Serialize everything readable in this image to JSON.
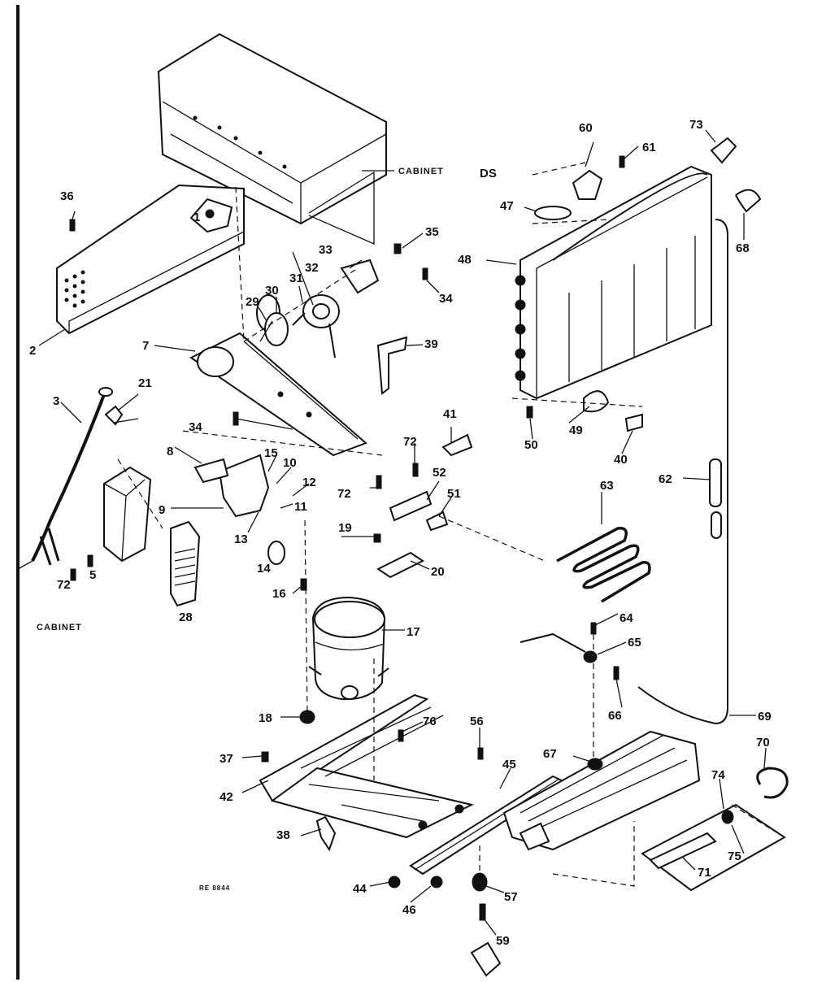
{
  "labels": {
    "cabinet_top": "CABINET",
    "cabinet_bottom": "CABINET",
    "ds": "DS",
    "drawing_id": "RE 8844",
    "callouts": [
      {
        "id": "c1",
        "text": "1"
      },
      {
        "id": "c2",
        "text": "2"
      },
      {
        "id": "c3",
        "text": "3"
      },
      {
        "id": "c5",
        "text": "5"
      },
      {
        "id": "c7",
        "text": "7"
      },
      {
        "id": "c8",
        "text": "8"
      },
      {
        "id": "c9",
        "text": "9"
      },
      {
        "id": "c10",
        "text": "10"
      },
      {
        "id": "c11",
        "text": "11"
      },
      {
        "id": "c12",
        "text": "12"
      },
      {
        "id": "c13",
        "text": "13"
      },
      {
        "id": "c14",
        "text": "14"
      },
      {
        "id": "c15",
        "text": "15"
      },
      {
        "id": "c16",
        "text": "16"
      },
      {
        "id": "c17",
        "text": "17"
      },
      {
        "id": "c18",
        "text": "18"
      },
      {
        "id": "c19",
        "text": "19"
      },
      {
        "id": "c20",
        "text": "20"
      },
      {
        "id": "c21",
        "text": "21"
      },
      {
        "id": "c28",
        "text": "28"
      },
      {
        "id": "c29",
        "text": "29"
      },
      {
        "id": "c30",
        "text": "30"
      },
      {
        "id": "c31",
        "text": "31"
      },
      {
        "id": "c32",
        "text": "32"
      },
      {
        "id": "c33",
        "text": "33"
      },
      {
        "id": "c34a",
        "text": "34"
      },
      {
        "id": "c34b",
        "text": "34"
      },
      {
        "id": "c35",
        "text": "35"
      },
      {
        "id": "c36",
        "text": "36"
      },
      {
        "id": "c37",
        "text": "37"
      },
      {
        "id": "c38",
        "text": "38"
      },
      {
        "id": "c39",
        "text": "39"
      },
      {
        "id": "c40",
        "text": "40"
      },
      {
        "id": "c41",
        "text": "41"
      },
      {
        "id": "c42",
        "text": "42"
      },
      {
        "id": "c44",
        "text": "44"
      },
      {
        "id": "c45",
        "text": "45"
      },
      {
        "id": "c46",
        "text": "46"
      },
      {
        "id": "c47",
        "text": "47"
      },
      {
        "id": "c48",
        "text": "48"
      },
      {
        "id": "c49",
        "text": "49"
      },
      {
        "id": "c50",
        "text": "50"
      },
      {
        "id": "c51",
        "text": "51"
      },
      {
        "id": "c52",
        "text": "52"
      },
      {
        "id": "c56",
        "text": "56"
      },
      {
        "id": "c57",
        "text": "57"
      },
      {
        "id": "c59",
        "text": "59"
      },
      {
        "id": "c60",
        "text": "60"
      },
      {
        "id": "c61",
        "text": "61"
      },
      {
        "id": "c62",
        "text": "62"
      },
      {
        "id": "c63",
        "text": "63"
      },
      {
        "id": "c64",
        "text": "64"
      },
      {
        "id": "c65",
        "text": "65"
      },
      {
        "id": "c66",
        "text": "66"
      },
      {
        "id": "c67",
        "text": "67"
      },
      {
        "id": "c68",
        "text": "68"
      },
      {
        "id": "c69",
        "text": "69"
      },
      {
        "id": "c70",
        "text": "70"
      },
      {
        "id": "c71",
        "text": "71"
      },
      {
        "id": "c72a",
        "text": "72"
      },
      {
        "id": "c72b",
        "text": "72"
      },
      {
        "id": "c72c",
        "text": "72"
      },
      {
        "id": "c73",
        "text": "73"
      },
      {
        "id": "c74",
        "text": "74"
      },
      {
        "id": "c75",
        "text": "75"
      },
      {
        "id": "c76",
        "text": "76"
      }
    ]
  }
}
